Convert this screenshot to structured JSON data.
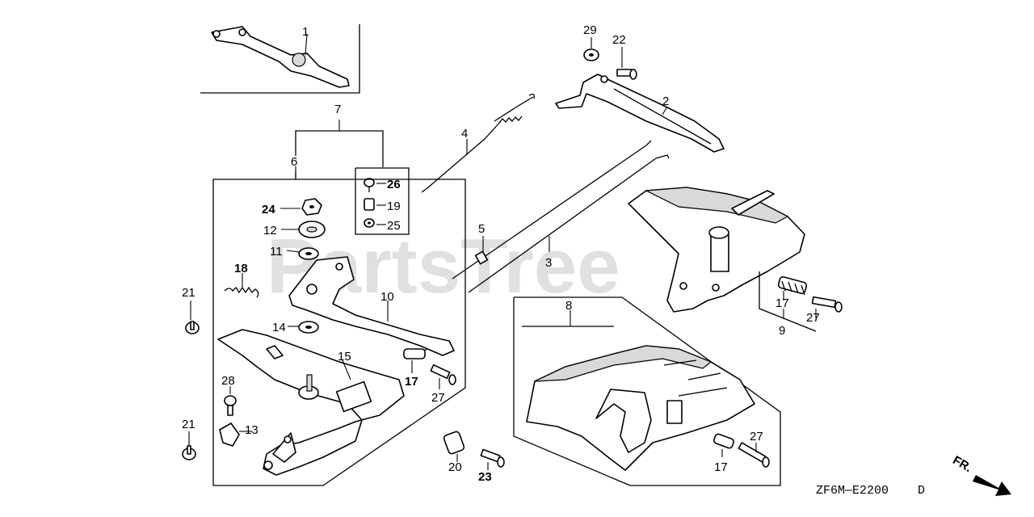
{
  "watermark": "PartsTree",
  "diagram_code": "ZF6M—E2200",
  "diagram_suffix": "D",
  "direction_label": "FR.",
  "callouts": {
    "p1": "1",
    "p2": "2",
    "p3": "3",
    "p4": "4",
    "p5": "5",
    "p6": "6",
    "p7": "7",
    "p8": "8",
    "p9": "9",
    "p10": "10",
    "p11": "11",
    "p12": "12",
    "p13": "13",
    "p14": "14",
    "p15": "15",
    "p17a": "17",
    "p17b": "17",
    "p17c": "17",
    "p18": "18",
    "p19": "19",
    "p20": "20",
    "p21a": "21",
    "p21b": "21",
    "p22": "22",
    "p23": "23",
    "p24": "24",
    "p25": "25",
    "p26": "26",
    "p27a": "27",
    "p27b": "27",
    "p27c": "27",
    "p28": "28",
    "p29": "29"
  },
  "icons": {
    "direction_arrow": "arrow-down-right-icon"
  }
}
